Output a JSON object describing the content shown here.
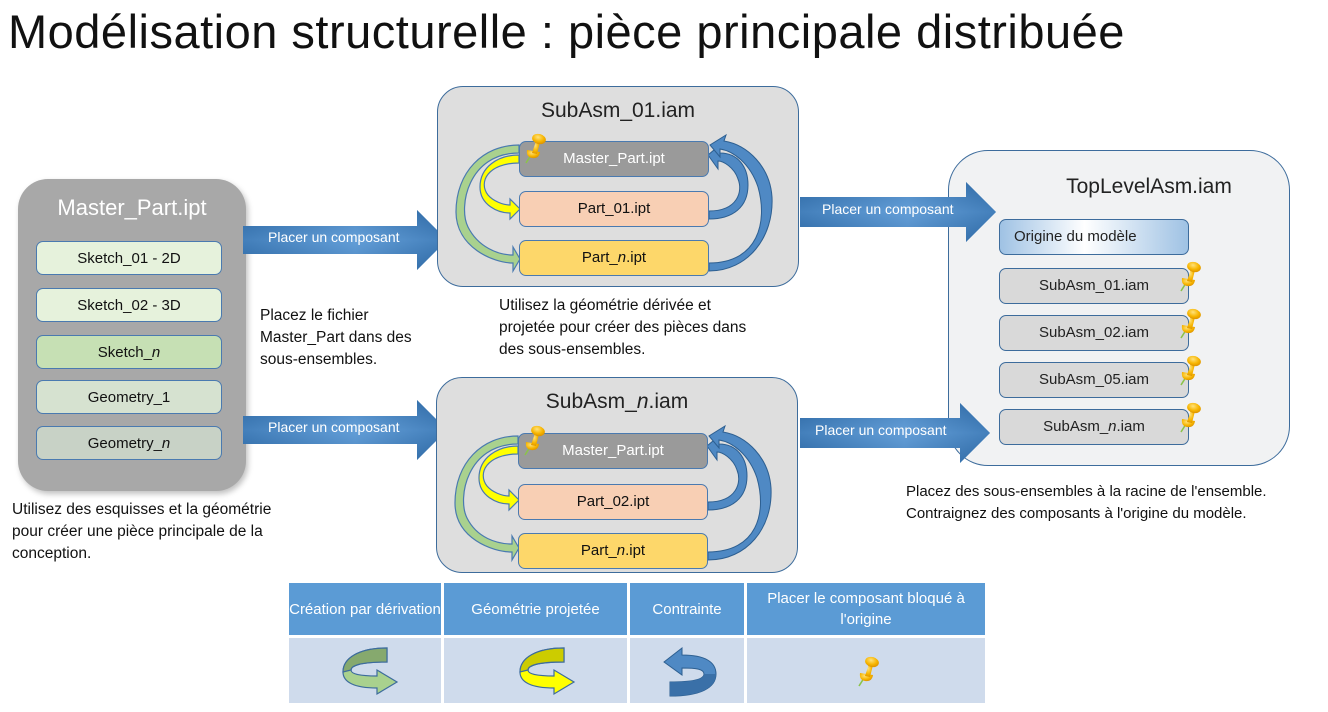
{
  "title": "Modélisation structurelle : pièce principale distribuée",
  "master_part": {
    "title": "Master_Part.ipt",
    "items": [
      {
        "prefix": "Sketch_01 - 2D",
        "italic": "",
        "suffix": "",
        "color": "#e6f2dc"
      },
      {
        "prefix": "Sketch_02 - 3D",
        "italic": "",
        "suffix": "",
        "color": "#e6f2dc"
      },
      {
        "prefix": "Sketch_",
        "italic": "n",
        "suffix": "",
        "color": "#c6e0b4"
      },
      {
        "prefix": "Geometry_1",
        "italic": "",
        "suffix": "",
        "color": "#d6e2d0"
      },
      {
        "prefix": "Geometry_",
        "italic": "n",
        "suffix": "",
        "color": "#c8d2c6"
      }
    ],
    "description": "Utilisez des esquisses et la géométrie pour créer une pièce principale de la conception."
  },
  "arrows": {
    "place_component": "Placer un composant"
  },
  "middle_description": "Placez le fichier Master_Part dans des sous-ensembles.",
  "subassemblies": [
    {
      "title_prefix": "SubAsm_",
      "title_italic": "",
      "title_suffix": "01.iam",
      "master": "Master_Part.ipt",
      "part_1": "Part_01.ipt",
      "part_n_prefix": "Part_",
      "part_n_italic": "n",
      "part_n_suffix": ".ipt"
    },
    {
      "title_prefix": "SubAsm_",
      "title_italic": "n",
      "title_suffix": ".iam",
      "master": "Master_Part.ipt",
      "part_1": "Part_02.ipt",
      "part_n_prefix": "Part_",
      "part_n_italic": "n",
      "part_n_suffix": ".ipt"
    }
  ],
  "subasm_description": "Utilisez la géométrie dérivée et projetée pour créer des pièces dans des sous-ensembles.",
  "top_level": {
    "title": "TopLevelAsm.iam",
    "origin": "Origine du modèle",
    "items": [
      {
        "prefix": "SubAsm_01.iam",
        "italic": "",
        "suffix": ""
      },
      {
        "prefix": "SubAsm_02.iam",
        "italic": "",
        "suffix": ""
      },
      {
        "prefix": "SubAsm_05.iam",
        "italic": "",
        "suffix": ""
      },
      {
        "prefix": "SubAsm_",
        "italic": "n",
        "suffix": ".iam"
      }
    ],
    "description_line1": "Placez des sous-ensembles à la racine de l'ensemble.",
    "description_line2": "Contraignez des composants à l'origine du modèle."
  },
  "legend": {
    "headers": [
      "Création par dérivation",
      "Géométrie projetée",
      "Contrainte",
      "Placer le composant bloqué à l'origine"
    ],
    "icons": [
      "derive-arrow-icon",
      "projected-geometry-arrow-icon",
      "constraint-arrow-icon",
      "pushpin-icon"
    ]
  },
  "colors": {
    "arrow_blue": "#3a77b5",
    "derive_green": "#a9d18e",
    "project_yellow": "#ffff00",
    "constraint_blue": "#4f89c4",
    "pin_orange": "#f5b800",
    "legend_header": "#5b9bd5",
    "legend_cell": "#cfdbec"
  }
}
